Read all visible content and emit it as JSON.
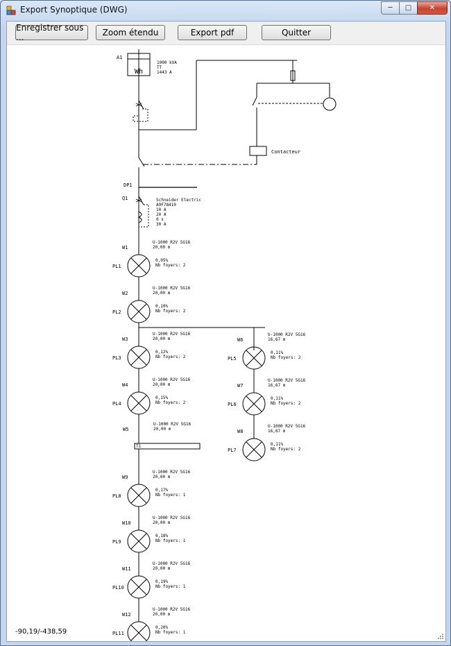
{
  "window": {
    "title": "Export Synoptique (DWG)",
    "controls": {
      "minimize": "─",
      "maximize": "□",
      "close": "✕"
    }
  },
  "toolbar": {
    "save_as": "Enregistrer sous ...",
    "zoom": "Zoom étendu",
    "export_pdf": "Export pdf",
    "quit": "Quitter"
  },
  "status": {
    "coordinates": "-90,19/-438,59"
  },
  "diagram": {
    "source": {
      "id": "A1",
      "meter": "Wh",
      "specs": [
        "1000 kVA",
        "TT",
        "1443 A"
      ]
    },
    "contactor_label": "Contacteur",
    "main_bus": "DP1",
    "breaker": {
      "id": "Q1",
      "specs": [
        "Schneider Electric",
        "A9F78410",
        "10 A",
        "20 A",
        "0 s",
        "30 A"
      ]
    },
    "branch_a": [
      {
        "cable": "W1",
        "cable_spec": [
          "U-1000 R2V 5G16",
          "20,00 m"
        ],
        "lamp": "PL1",
        "lamp_spec": [
          "0,05%",
          "Nb foyers: 2"
        ]
      },
      {
        "cable": "W2",
        "cable_spec": [
          "U-1000 R2V 5G16",
          "20,00 m"
        ],
        "lamp": "PL2",
        "lamp_spec": [
          "0,10%",
          "Nb foyers: 2"
        ]
      },
      {
        "cable": "W3",
        "cable_spec": [
          "U-1000 R2V 5G16",
          "20,00 m"
        ],
        "lamp": "PL3",
        "lamp_spec": [
          "0,12%",
          "Nb foyers: 2"
        ]
      },
      {
        "cable": "W4",
        "cable_spec": [
          "U-1000 R2V 5G16",
          "20,00 m"
        ],
        "lamp": "PL4",
        "lamp_spec": [
          "0,15%",
          "Nb foyers: 2"
        ]
      }
    ],
    "transformer": {
      "cable": "W5",
      "cable_spec": [
        "U-1000 R2V 5G16",
        "20,00 m"
      ],
      "id": "T1"
    },
    "branch_c": [
      {
        "cable": "W9",
        "cable_spec": [
          "U-1000 R2V 5G16",
          "20,00 m"
        ],
        "lamp": "PL8",
        "lamp_spec": [
          "0,17%",
          "Nb foyers: 1"
        ]
      },
      {
        "cable": "W10",
        "cable_spec": [
          "U-1000 R2V 5G16",
          "20,00 m"
        ],
        "lamp": "PL9",
        "lamp_spec": [
          "0,18%",
          "Nb foyers: 1"
        ]
      },
      {
        "cable": "W11",
        "cable_spec": [
          "U-1000 R2V 5G16",
          "20,00 m"
        ],
        "lamp": "PL10",
        "lamp_spec": [
          "0,19%",
          "Nb foyers: 1"
        ]
      },
      {
        "cable": "W12",
        "cable_spec": [
          "U-1000 R2V 5G16",
          "20,00 m"
        ],
        "lamp": "PL11",
        "lamp_spec": [
          "0,20%",
          "Nb foyers: 1"
        ]
      }
    ],
    "branch_b": [
      {
        "cable": "W6",
        "cable_spec": [
          "U-1000 R2V 5G16",
          "16,67 m"
        ],
        "lamp": "PL5",
        "lamp_spec": [
          "0,11%",
          "Nb foyers: 2"
        ]
      },
      {
        "cable": "W7",
        "cable_spec": [
          "U-1000 R2V 5G16",
          "16,67 m"
        ],
        "lamp": "PL6",
        "lamp_spec": [
          "0,11%",
          "Nb foyers: 2"
        ]
      },
      {
        "cable": "W8",
        "cable_spec": [
          "U-1000 R2V 5G16",
          "16,67 m"
        ],
        "lamp": "PL7",
        "lamp_spec": [
          "0,11%",
          "Nb foyers: 2"
        ]
      }
    ]
  }
}
